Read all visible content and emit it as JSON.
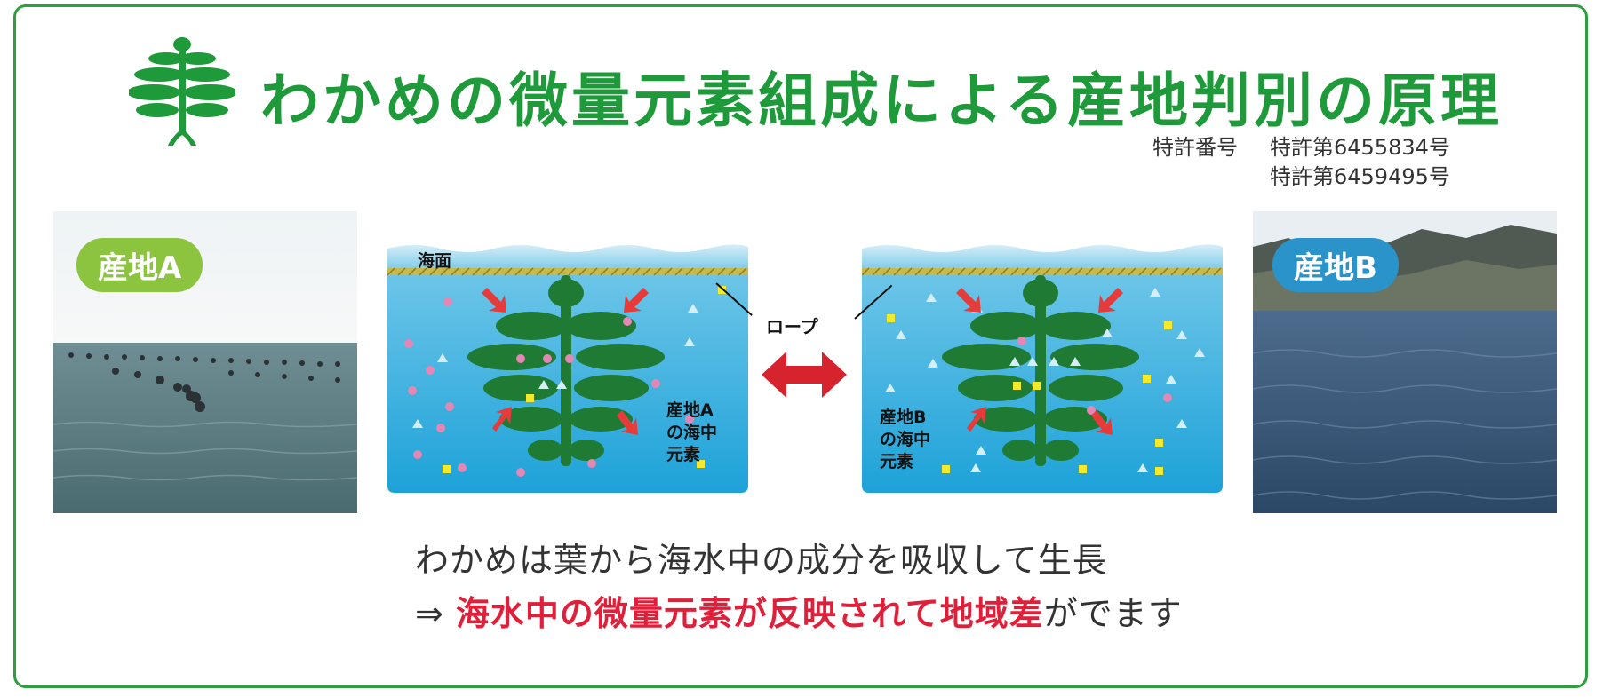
{
  "title": "わかめの微量元素組成による産地判別の原理",
  "patent": {
    "label": "特許番号",
    "numbers": [
      "特許第6455834号",
      "特許第6459495号"
    ]
  },
  "photo_a": {
    "badge": "産地A"
  },
  "photo_b": {
    "badge": "産地B"
  },
  "diagram": {
    "sea_surface_label": "海面",
    "rope_label": "ロープ",
    "elements_a": [
      "産地A",
      "の海中",
      "元素"
    ],
    "elements_b": [
      "産地B",
      "の海中",
      "元素"
    ]
  },
  "caption": {
    "line1": "わかめは葉から海水中の成分を吸収して生長",
    "line2_prefix": "⇒ ",
    "line2_highlight": "海水中の微量元素が反映されて地域差",
    "line2_suffix": "がでます"
  },
  "colors": {
    "title_green": "#1f9a3a",
    "frame_green": "#2e9e3f",
    "badge_a": "#8cc43f",
    "badge_b": "#2a93c9",
    "highlight_red": "#e0203a",
    "seaweed": "#1f7a34",
    "pink_particle": "#e487b4",
    "yellow_particle": "#f2ea2a",
    "white_particle": "#d6eef8"
  },
  "icons": {
    "logo": "wakame-tree-icon",
    "exchange": "double-arrow-icon",
    "absorb": "red-arrow-icon"
  }
}
